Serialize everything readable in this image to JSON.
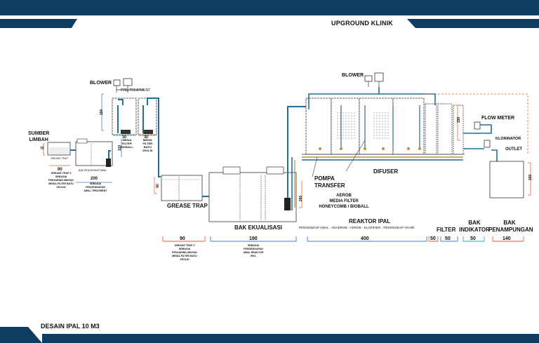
{
  "header": {
    "title": "UPGROUND KLINIK"
  },
  "footer": {
    "title": "DESAIN IPAL 10 M3"
  },
  "colors": {
    "navy": "#0e3d63",
    "pipe": "#1f6f9a",
    "orange": "#e8623a",
    "blue": "#3b7dd8",
    "teal": "#2bb3a3"
  },
  "labels": {
    "blower_left": "BLOWER",
    "pre_treatment": "PRE-TREATMENT",
    "sumber_limbah": "SUMBER\nLIMBAH",
    "grease_trap": "GREASE TRAP",
    "bak_ekualisasi": "BAK EKUALISASI",
    "blower_right": "BLOWER",
    "flow_meter": "FLOW METER",
    "klorinator": "KLORINATOR",
    "outlet": "OUTLET",
    "difuser": "DIFUSER",
    "pompa_transfer": "POMPA\nTRANSFER",
    "aerob_media": "AEROB\nMEDIA FILTER\nHONEYCOMB / BIOBALL",
    "media_filter_bioball": "MEDIA\nFILTER\nBIOBALL",
    "media_filter_batu": "MEDIA\nFILTER\nBATU\nZEOLID",
    "grease_trap_small": "GREASE TRAP",
    "bak_pengendap_small": "BAK PENGENDAP AWAL"
  },
  "dimensions": {
    "tank70": "70",
    "d90_small": "90",
    "d200_small": "200",
    "d30a": "30",
    "d30b": "30",
    "d150_pre": "150",
    "d120": "120",
    "d60": "60",
    "d280": "280",
    "d150_right": "150",
    "d150_pen": "150"
  },
  "small_notes": {
    "note_gt": "GREASE TRAP 2\nSEBAGAI\nPENYARING MINYAK\nMEDIA FILTER BATU\nZEOLID",
    "note_bp": "SEBAGAI\nPENGENDAPAN\nAWAL TREATMENT"
  },
  "legend": [
    {
      "value": "90",
      "note": "GREASE TRAP 2\nSEBAGAI\nPENYARING MINYAK\nMEDIA FILTER BATU\nZEOLID",
      "color": "#e8623a"
    },
    {
      "value": "190",
      "title": "BAK EKUALISASI",
      "note": "SEBAGAI\nPENDENGAPAN\nAWAL REAKTOR\nIPAL",
      "color": "#3b7dd8"
    },
    {
      "value": "400",
      "title": "REAKTOR IPAL",
      "subtitle": "PENGENDAP AWAL - ANAEROB - AEROB - KLARIFIER - PENGENDAP AKHIR",
      "color": "#3b7dd8"
    },
    {
      "value": "50",
      "color": "#e8623a"
    },
    {
      "value": "50",
      "title": "FILTER",
      "color": "#3b7dd8"
    },
    {
      "value": "50",
      "title": "BAK\nINDIKATOR",
      "color": "#2bb3a3"
    },
    {
      "value": "140",
      "title": "BAK\nPENAMPUNGAN",
      "color": "#e8623a"
    }
  ]
}
